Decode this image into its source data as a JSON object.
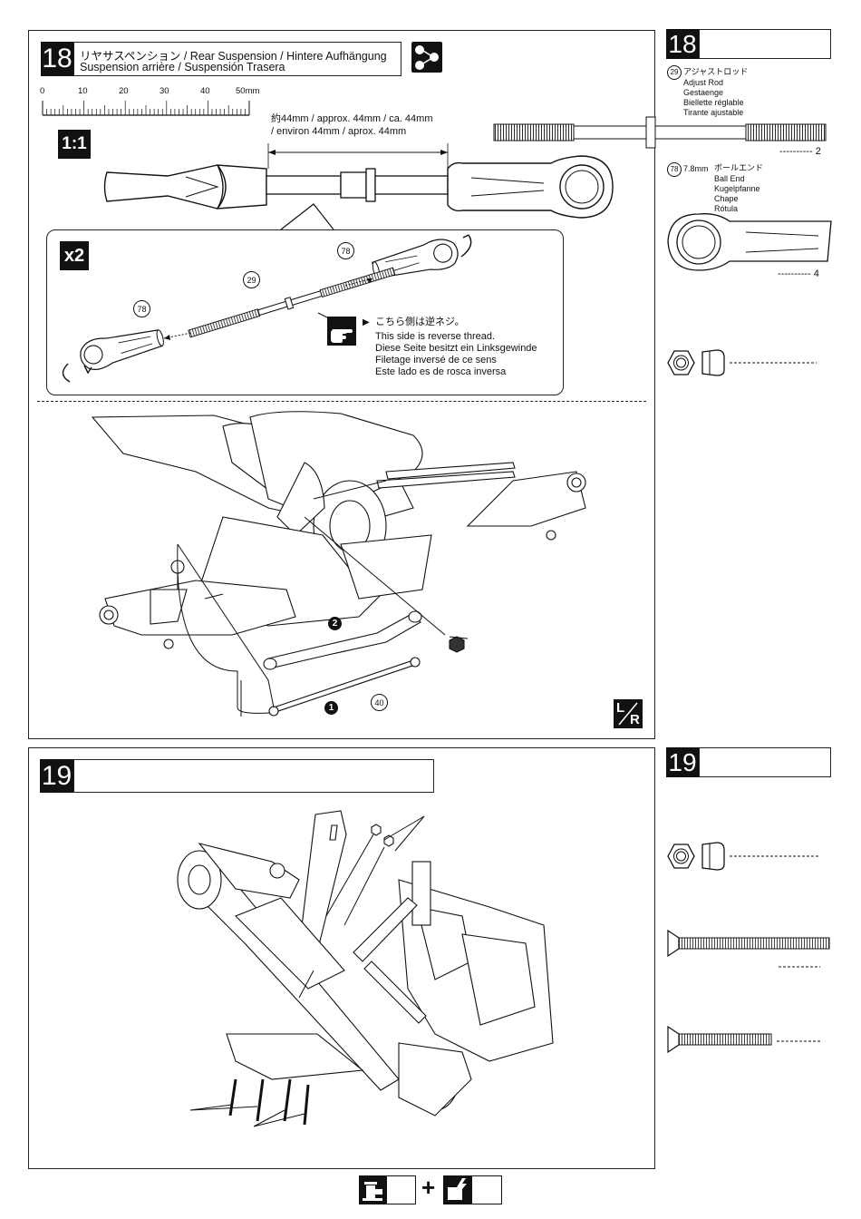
{
  "step18": {
    "number": "18",
    "title_line1": "リヤサスペンション / Rear Suspension / Hintere Aufhängung",
    "title_line2": "Suspension arrière / Suspensión Trasera",
    "scale_ticks": [
      "0",
      "10",
      "20",
      "30",
      "40",
      "50mm"
    ],
    "ratio_label": "1:1",
    "measure_line1": "約44mm    / approx. 44mm  /  ca. 44mm",
    "measure_line2": "/ environ 44mm  /  aprox. 44mm",
    "x2_label": "x2",
    "callout_78a": "78",
    "callout_29": "29",
    "callout_78b": "78",
    "note_lines": [
      "こちら側は逆ネジ。",
      "This side is reverse thread.",
      "Diese Seite besitzt ein Linksgewinde",
      "Filetage inversé de ce sens",
      "Este lado es de rosca inversa"
    ],
    "seq_1": "1",
    "seq_2": "2",
    "callout_40": "40",
    "lr_label_l": "L",
    "lr_label_r": "R"
  },
  "parts18": {
    "number": "18",
    "part29_num": "29",
    "part29_names": [
      "アジャストロッド",
      "Adjust Rod",
      "Gestaenge",
      "Biellette réglable",
      "Tirante ajustable"
    ],
    "part29_qty": "2",
    "part78_num": "78",
    "part78_size": "7.8mm",
    "part78_names": [
      "ボールエンド",
      "Ball End",
      "Kugelpfanne",
      "Chape",
      "Rótula"
    ],
    "part78_qty": "4"
  },
  "step19": {
    "number": "19"
  },
  "parts19": {
    "number": "19"
  },
  "footer": {
    "plus": "+"
  }
}
